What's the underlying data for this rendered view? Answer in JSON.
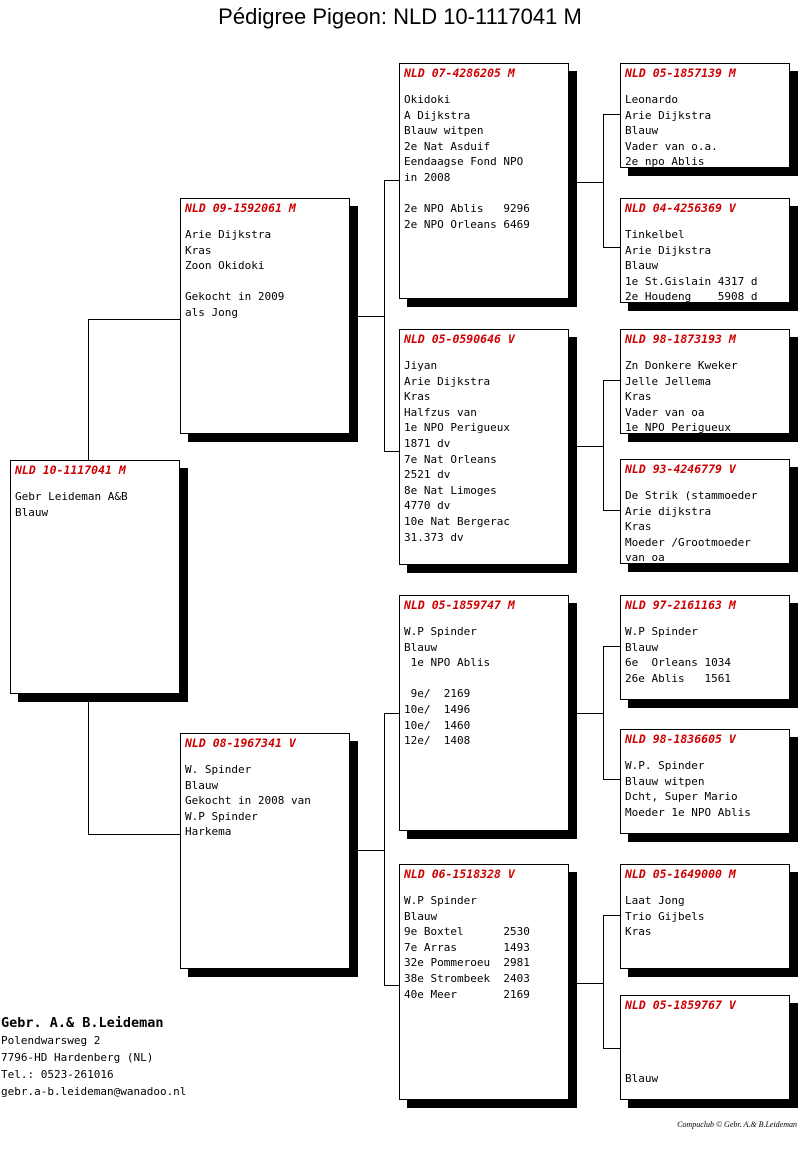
{
  "title": "Pédigree Pigeon: NLD 10-1117041 M",
  "birds": {
    "main": {
      "ring": "NLD 10-1117041 M",
      "text": "Gebr Leideman A&B\nBlauw"
    },
    "f": {
      "ring": "NLD 09-1592061 M",
      "text": "Arie Dijkstra\nKras\nZoon Okidoki\n\nGekocht in 2009\nals Jong"
    },
    "m": {
      "ring": "NLD 08-1967341 V",
      "text": "W. Spinder\nBlauw\nGekocht in 2008 van\nW.P Spinder\nHarkema"
    },
    "ff": {
      "ring": "NLD 07-4286205 M",
      "text": "Okidoki\nA Dijkstra\nBlauw witpen\n2e Nat Asduif\nEendaagse Fond NPO\nin 2008\n\n2e NPO Ablis   9296\n2e NPO Orleans 6469"
    },
    "fm": {
      "ring": "NLD 05-0590646 V",
      "text": "Jiyan\nArie Dijkstra\nKras\nHalfzus van\n1e NPO Perigueux\n1871 dv\n7e Nat Orleans\n2521 dv\n8e Nat Limoges\n4770 dv\n10e Nat Bergerac\n31.373 dv"
    },
    "mf": {
      "ring": "NLD 05-1859747 M",
      "text": "W.P Spinder\nBlauw\n 1e NPO Ablis\n\n 9e/  2169\n10e/  1496\n10e/  1460\n12e/  1408"
    },
    "mm": {
      "ring": "NLD 06-1518328 V",
      "text": "W.P Spinder\nBlauw\n9e Boxtel      2530\n7e Arras       1493\n32e Pommeroeu  2981\n38e Strombeek  2403\n40e Meer       2169"
    },
    "fff": {
      "ring": "NLD 05-1857139 M",
      "text": "Leonardo\nArie Dijkstra\nBlauw\nVader van o.a.\n2e npo Ablis"
    },
    "ffm": {
      "ring": "NLD 04-4256369 V",
      "text": "Tinkelbel\nArie Dijkstra\nBlauw\n1e St.Gislain 4317 d\n2e Houdeng    5908 d"
    },
    "fmf": {
      "ring": "NLD 98-1873193 M",
      "text": "Zn Donkere Kweker\nJelle Jellema\nKras\nVader van oa\n1e NPO Perigueux"
    },
    "fmm": {
      "ring": "NLD 93-4246779 V",
      "text": "De Strik (stammoeder\nArie dijkstra\nKras\nMoeder /Grootmoeder\nvan oa"
    },
    "mff": {
      "ring": "NLD 97-2161163 M",
      "text": "W.P Spinder\nBlauw\n6e  Orleans 1034\n26e Ablis   1561"
    },
    "mfm": {
      "ring": "NLD 98-1836605 V",
      "text": "W.P. Spinder\nBlauw witpen\nDcht, Super Mario\nMoeder 1e NPO Ablis"
    },
    "mmf": {
      "ring": "NLD 05-1649000 M",
      "text": "Laat Jong\nTrio Gijbels\nKras"
    },
    "mmm": {
      "ring": "NLD 05-1859767 V",
      "text": "\n\n\nBlauw"
    }
  },
  "owner": {
    "name": "Gebr. A.& B.Leideman",
    "street": "Polendwarsweg 2",
    "city": "7796-HD  Hardenberg  (NL)",
    "phone": "Tel.: 0523-261016",
    "email": "gebr.a-b.leideman@wanadoo.nl"
  },
  "credit": "Compuclub © Gebr. A.& B.Leideman"
}
